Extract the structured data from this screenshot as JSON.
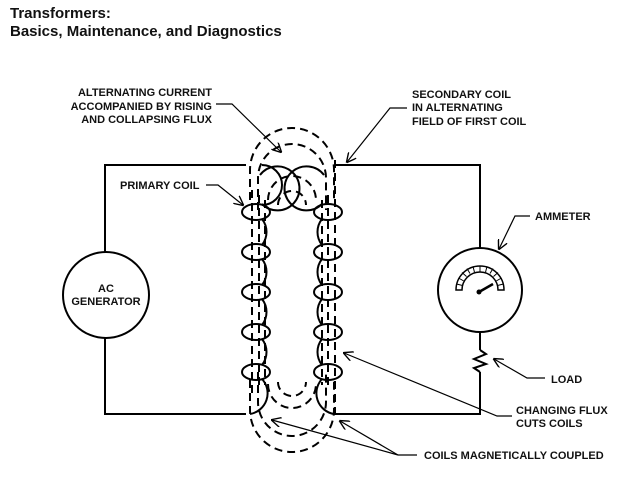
{
  "header": {
    "title_line1": "Transformers:",
    "title_line2": "Basics, Maintenance, and Diagnostics"
  },
  "diagram": {
    "generator": {
      "line1": "AC",
      "line2": "GENERATOR"
    },
    "labels": {
      "alternating_current": [
        "ALTERNATING CURRENT",
        "ACCOMPANIED BY RISING",
        "AND COLLAPSING FLUX"
      ],
      "secondary_coil": [
        "SECONDARY COIL",
        "IN ALTERNATING",
        "FIELD OF FIRST COIL"
      ],
      "primary_coil": "PRIMARY COIL",
      "ammeter": "AMMETER",
      "load": "LOAD",
      "changing_flux": [
        "CHANGING FLUX",
        "CUTS COILS"
      ],
      "coupled": "COILS MAGNETICALLY COUPLED"
    },
    "icons": {
      "generator": "circle-generator-icon",
      "ammeter": "gauge-meter-icon",
      "load": "resistor-zigzag-icon",
      "primary_coil": "coil-icon",
      "secondary_coil": "coil-icon",
      "flux": "dashed-flux-lines-icon"
    },
    "colors": {
      "ink": "#000000",
      "background": "#ffffff"
    }
  }
}
